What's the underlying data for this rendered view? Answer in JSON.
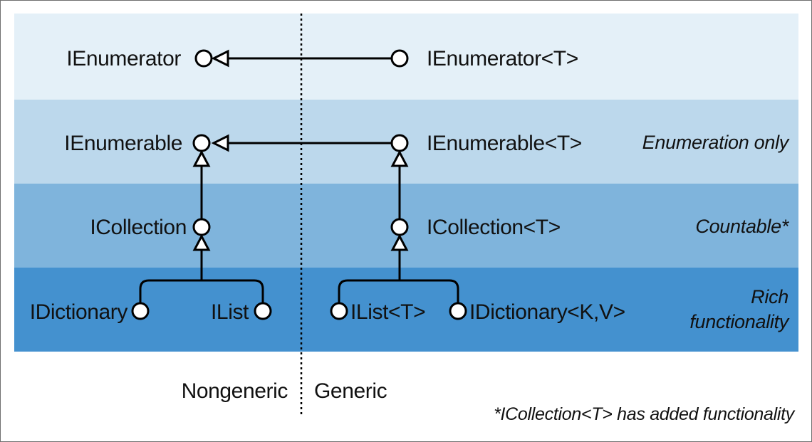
{
  "colors": {
    "band_1": "#e4f0f8",
    "band_2": "#bcd8ec",
    "band_3": "#7fb4dc",
    "band_4": "#4491cf",
    "line": "#000000"
  },
  "nodes": {
    "ienumerator": "IEnumerator",
    "ienumerator_t": "IEnumerator<T>",
    "ienumerable": "IEnumerable",
    "ienumerable_t": "IEnumerable<T>",
    "icollection": "ICollection",
    "icollection_t": "ICollection<T>",
    "idictionary": "IDictionary",
    "ilist": "IList",
    "ilist_t": "IList<T>",
    "idictionary_kv": "IDictionary<K,V>"
  },
  "tiers": {
    "enumeration": "Enumeration only",
    "countable": "Countable*",
    "rich_line1": "Rich",
    "rich_line2": "functionality"
  },
  "axis": {
    "nongeneric": "Nongeneric",
    "generic": "Generic"
  },
  "footnote": "*ICollection<T> has added functionality"
}
